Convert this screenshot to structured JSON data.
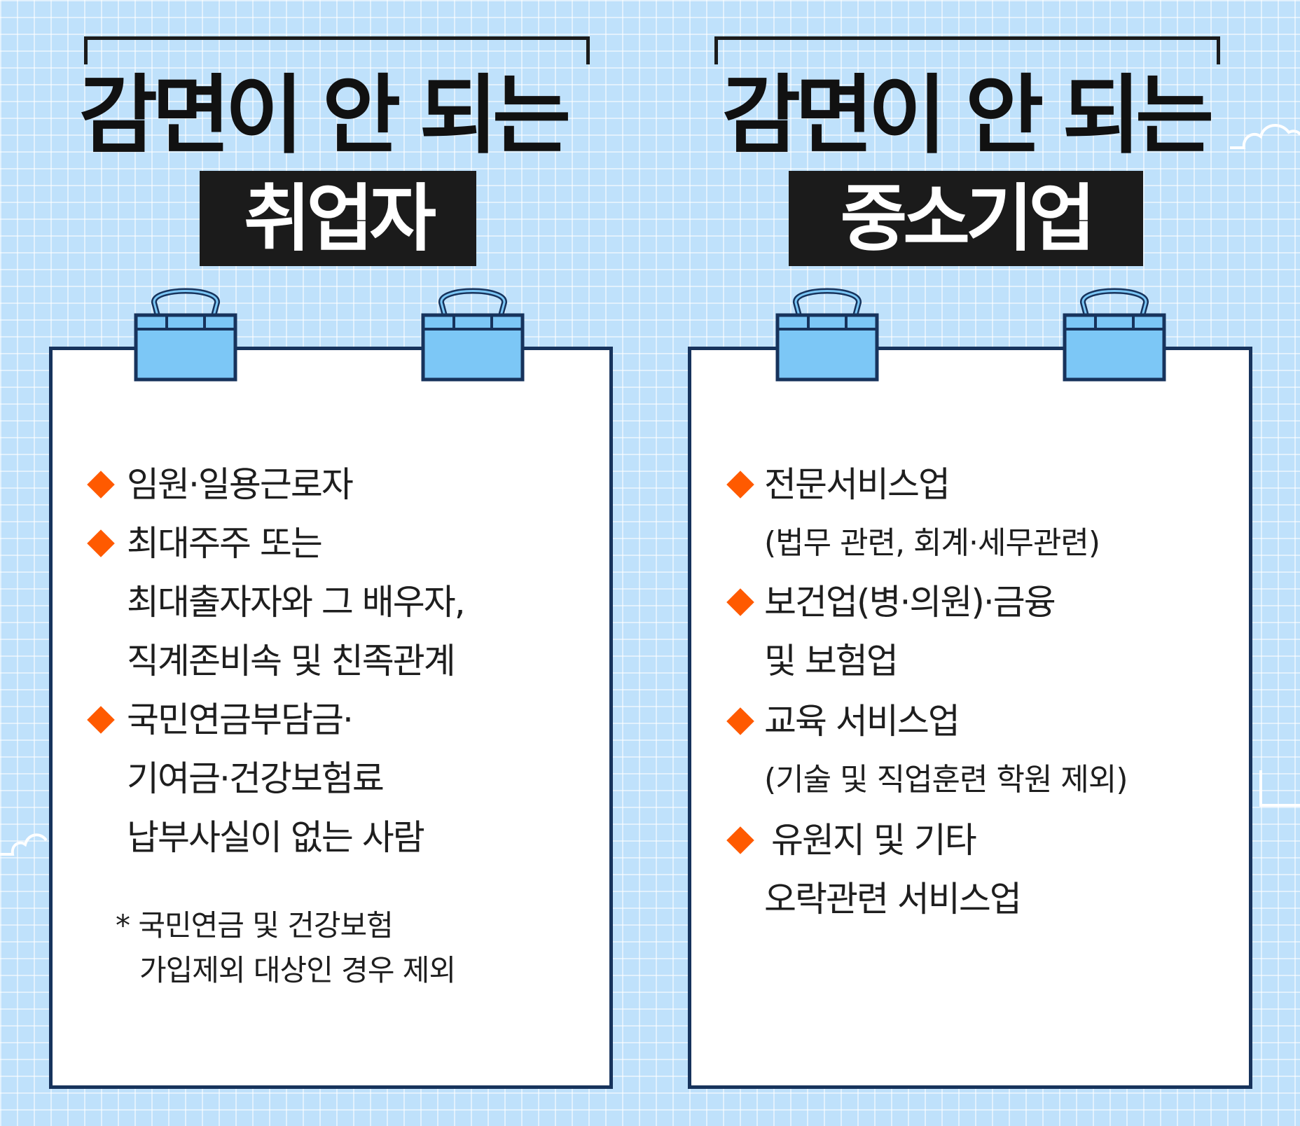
{
  "left": {
    "headline": "감면이 안 되는",
    "label": "취업자",
    "items": [
      {
        "lines": [
          "임원·일용근로자"
        ]
      },
      {
        "lines": [
          "최대주주 또는",
          "최대출자자와 그 배우자,",
          "직계존비속 및 친족관계"
        ]
      },
      {
        "lines": [
          "국민연금부담금·",
          "기여금·건강보험료",
          "납부사실이 없는 사람"
        ]
      }
    ],
    "note": [
      "* 국민연금 및 건강보험",
      "가입제외 대상인 경우 제외"
    ]
  },
  "right": {
    "headline": "감면이 안 되는",
    "label": "중소기업",
    "items": [
      {
        "main": "전문서비스업",
        "sub": "(법무 관련, 회계·세무관련)"
      },
      {
        "main": "보건업(병·의원)·금융",
        "cont": "및 보험업"
      },
      {
        "main": "교육 서비스업",
        "sub": "(기술 및 직업훈련 학원 제외)"
      },
      {
        "main": "유원지 및 기타",
        "cont": "오락관련 서비스업"
      }
    ]
  },
  "colors": {
    "background": "#bfe1fb",
    "bullet": "#ff5a00",
    "paper_border": "#17335c",
    "clip": "#7cc7f6",
    "label_bg": "#1b1b1b"
  }
}
